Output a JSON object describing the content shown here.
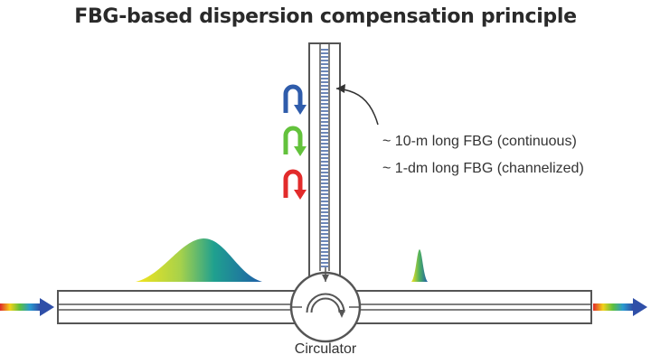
{
  "title": "FBG-based dispersion compensation principle",
  "annotations": {
    "line1": "~ 10-m long FBG (continuous)",
    "line2": "~ 1-dm long FBG (channelized)"
  },
  "circulator_label": "Circulator",
  "colors": {
    "outline": "#555555",
    "fiber_fill": "#ffffff",
    "grating": "#6b86b8",
    "arrow_blue": "#2f5cab",
    "arrow_green": "#63c23c",
    "arrow_red": "#e22b2b",
    "spectrum": [
      "#f2e21a",
      "#a6d24a",
      "#1fa08f",
      "#1f5fa8"
    ],
    "text": "#333333"
  },
  "icons": [
    "blue-return-arrow-icon",
    "green-return-arrow-icon",
    "red-return-arrow-icon",
    "input-arrow-icon",
    "output-arrow-icon"
  ]
}
